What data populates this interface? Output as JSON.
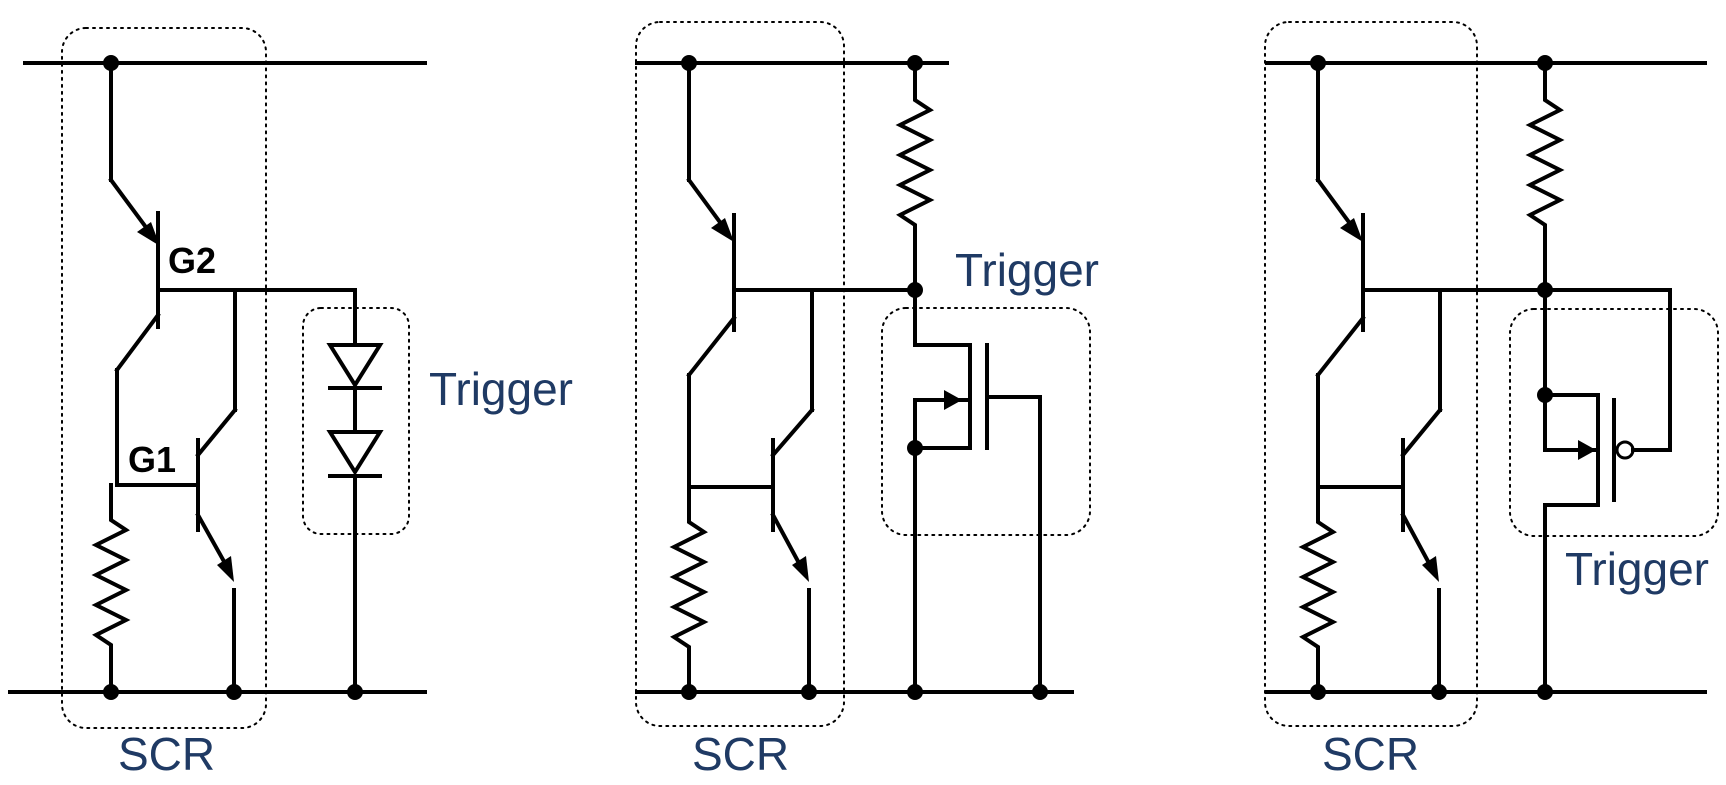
{
  "colors": {
    "wire": "#000000",
    "label": "#1f3a64",
    "background": "#ffffff"
  },
  "circuits": [
    {
      "scr_label": "SCR",
      "trigger_label": "Trigger",
      "gate2_label": "G2",
      "gate1_label": "G1",
      "trigger_type": "diode-string"
    },
    {
      "scr_label": "SCR",
      "trigger_label": "Trigger",
      "trigger_type": "nmos"
    },
    {
      "scr_label": "SCR",
      "trigger_label": "Trigger",
      "trigger_type": "pmos"
    }
  ]
}
